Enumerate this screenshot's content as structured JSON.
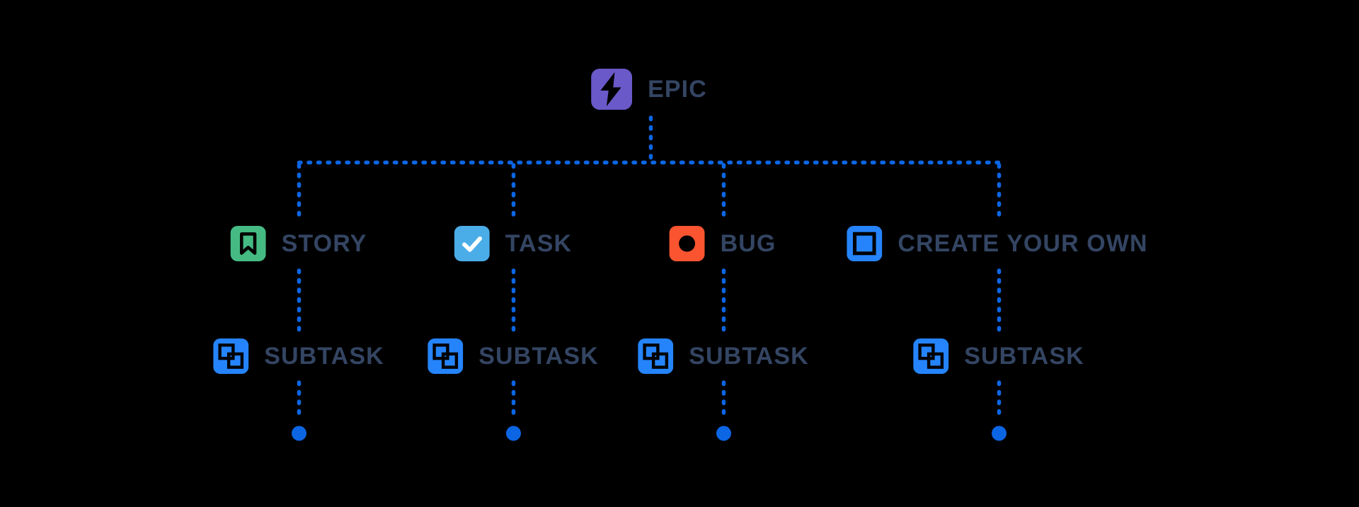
{
  "colors": {
    "background": "#000000",
    "line": "#0C66E4",
    "text": "#344563",
    "glyph_cutout": "#000000",
    "checkmark": "#FFFFFF"
  },
  "hierarchy": {
    "epic": {
      "label": "EPIC",
      "color": "#6A59C8",
      "icon": "epic-lightning-icon"
    },
    "types": [
      {
        "label": "STORY",
        "color": "#45BB83",
        "icon": "story-bookmark-icon"
      },
      {
        "label": "TASK",
        "color": "#4BADE8",
        "icon": "task-checkmark-icon"
      },
      {
        "label": "BUG",
        "color": "#FB5430",
        "icon": "bug-circle-icon"
      },
      {
        "label": "CREATE YOUR OWN",
        "color": "#2584FB",
        "icon": "create-your-own-square-icon"
      }
    ],
    "subtasks": [
      {
        "label": "SUBTASK",
        "color": "#2584FB",
        "icon": "subtask-icon"
      },
      {
        "label": "SUBTASK",
        "color": "#2584FB",
        "icon": "subtask-icon"
      },
      {
        "label": "SUBTASK",
        "color": "#2584FB",
        "icon": "subtask-icon"
      },
      {
        "label": "SUBTASK",
        "color": "#2584FB",
        "icon": "subtask-icon"
      }
    ]
  }
}
